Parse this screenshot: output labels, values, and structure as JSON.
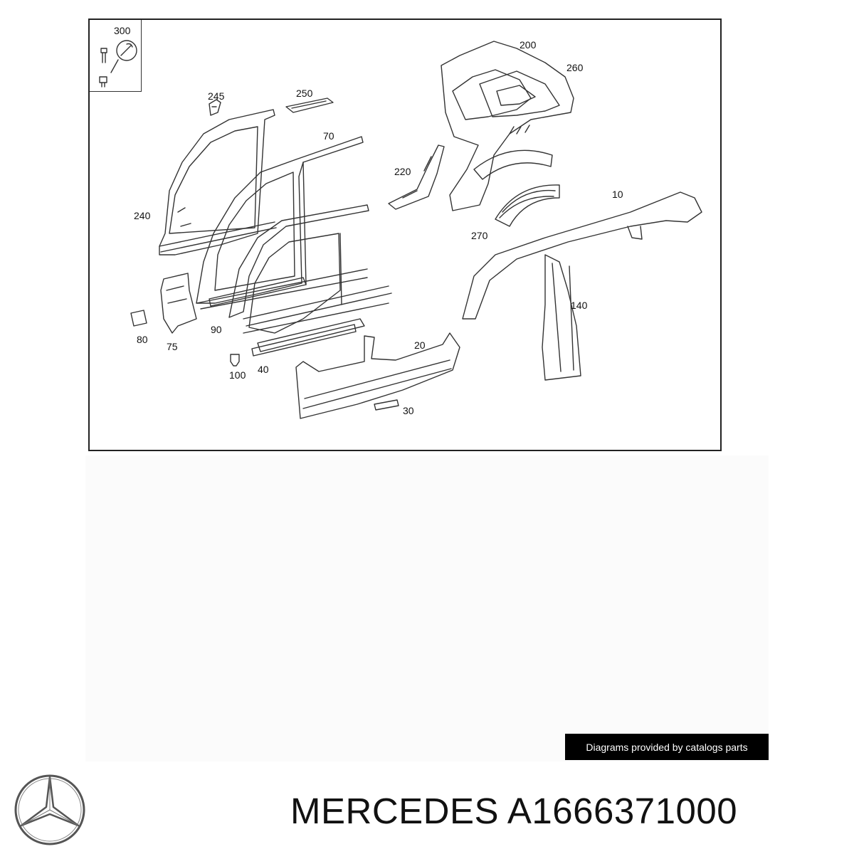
{
  "diagram": {
    "callouts": {
      "p300": "300",
      "p200": "200",
      "p260": "260",
      "p245": "245",
      "p250": "250",
      "p70": "70",
      "p220": "220",
      "p10": "10",
      "p240": "240",
      "p270": "270",
      "p140": "140",
      "p80": "80",
      "p75": "75",
      "p90": "90",
      "p20": "20",
      "p100": "100",
      "p40": "40",
      "p30": "30"
    }
  },
  "credit": "Diagrams provided by catalogs parts",
  "footer": {
    "title": "MERCEDES A1666371000"
  },
  "logo": {
    "icon": "mercedes-star-icon",
    "color": "#555555"
  }
}
